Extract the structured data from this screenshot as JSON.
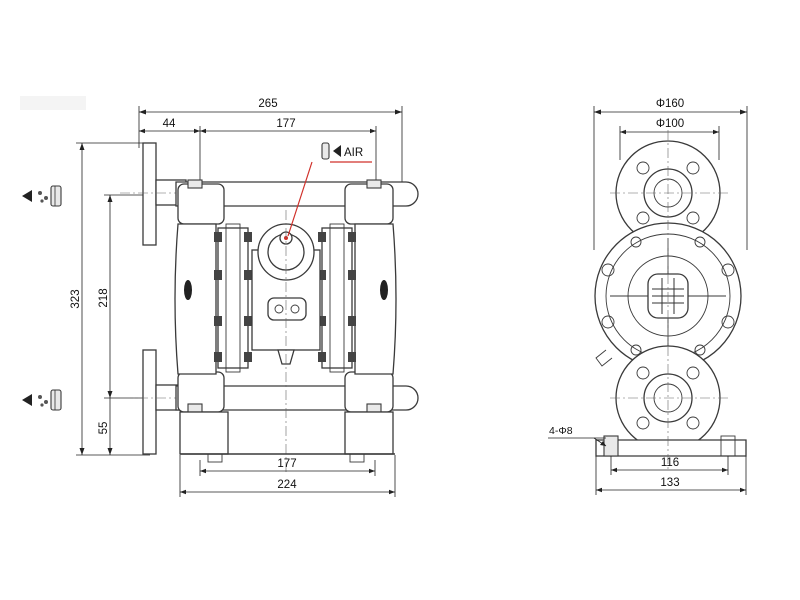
{
  "drawing": {
    "front_view": {
      "overall_width": "265",
      "inlet_offset": "44",
      "port_spacing_top": "177",
      "overall_height": "323",
      "port_spacing_vertical": "218",
      "base_height": "55",
      "foot_spacing": "177",
      "foot_width": "224",
      "air_label": "AIR"
    },
    "side_view": {
      "flange_outer_diameter": "Φ160",
      "flange_bolt_circle": "Φ100",
      "mounting_holes": "4-Φ8",
      "base_hole_spacing": "116",
      "base_width": "133"
    }
  },
  "colors": {
    "line": "#3a3a3a",
    "air_pointer": "#d0302a"
  },
  "icons": [
    "outlet-arrow-icon",
    "inlet-arrow-icon",
    "air-inlet-icon"
  ]
}
